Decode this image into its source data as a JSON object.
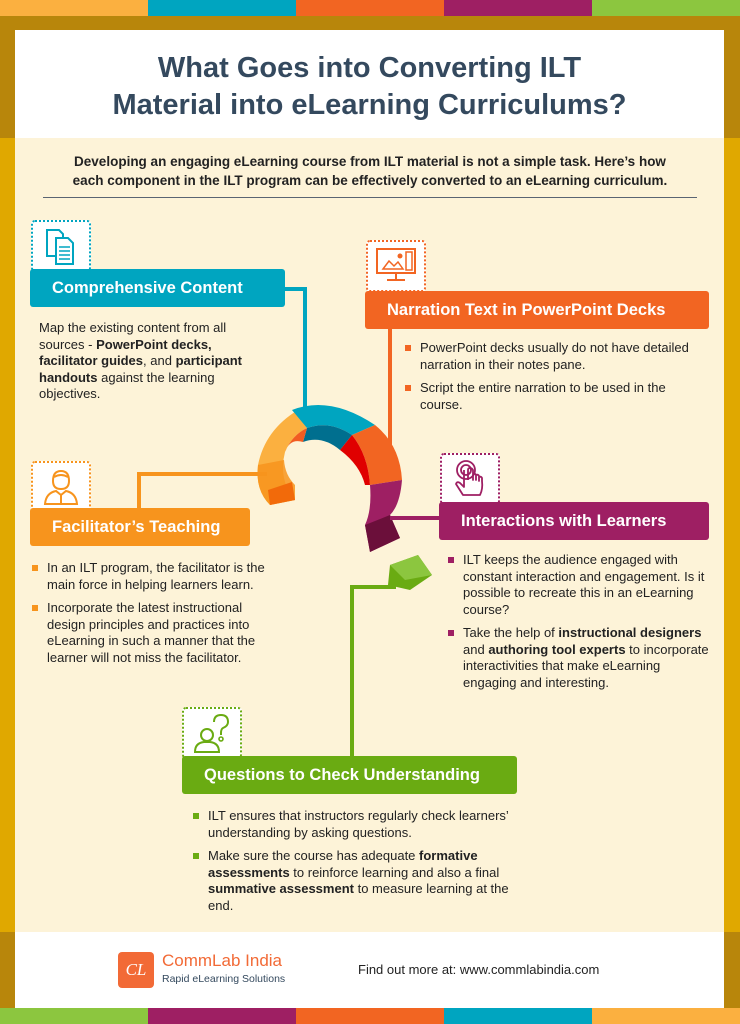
{
  "colors": {
    "yellow": "#fbb040",
    "teal": "#00a5c0",
    "orange": "#f26522",
    "purple": "#9e1f63",
    "green": "#8cc63f",
    "dark_gold": "#b8860b",
    "bright_gold": "#e0a800",
    "cream": "#fdf3d8",
    "title_navy": "#34495e",
    "facilitator_orange": "#f7941d",
    "questions_green": "#6aab12"
  },
  "header": {
    "title_line1": "What Goes into Converting ILT",
    "title_line2": "Material into eLearning Curriculums?"
  },
  "intro": {
    "line1": "Developing an engaging eLearning course from ILT material is not a simple task. Here’s how",
    "line2": "each component in the ILT program can be effectively converted to an eLearning curriculum."
  },
  "sections": {
    "comprehensive": {
      "icon": "documents-icon",
      "title": "Comprehensive Content",
      "text_parts": [
        "Map the existing content from all sources - ",
        "PowerPoint decks, facilitator guides",
        ", and ",
        "participant handouts",
        " against the learning objectives."
      ]
    },
    "narration": {
      "icon": "monitor-slide-icon",
      "title": "Narration Text in PowerPoint Decks",
      "bullets": [
        "PowerPoint decks usually do not have detailed narration in their notes pane.",
        "Script the entire narration to be used in the course."
      ]
    },
    "facilitator": {
      "icon": "presenter-person-icon",
      "title": "Facilitator’s Teaching",
      "bullets": [
        "In an ILT program, the facilitator is the main force in helping learners learn.",
        "Incorporate the latest instructional design principles and practices into eLearning in such a manner that the learner will not miss the facilitator."
      ]
    },
    "interactions": {
      "icon": "touch-hand-icon",
      "title": "Interactions with Learners",
      "bullet1": "ILT keeps the audience engaged with constant interaction and engagement. Is it possible to recreate this in an eLearning course?",
      "bullet2_parts": [
        "Take the help of ",
        "instructional designers",
        " and ",
        "authoring tool experts",
        " to incorporate interactivities that make eLearning engaging and interesting."
      ]
    },
    "questions": {
      "icon": "person-question-icon",
      "title": "Questions to Check Understanding",
      "bullet1": "ILT ensures that instructors regularly check learners’ understanding by asking questions.",
      "bullet2_parts": [
        "Make sure the course has adequate ",
        "formative assessments",
        " to reinforce learning and also a final ",
        "summative assessment",
        " to measure learning at the end."
      ]
    }
  },
  "footer": {
    "logo_mark": "CL",
    "brand_name": "CommLab India",
    "tagline": "Rapid eLearning Solutions",
    "find_more": "Find out more at: www.commlabindia.com"
  }
}
